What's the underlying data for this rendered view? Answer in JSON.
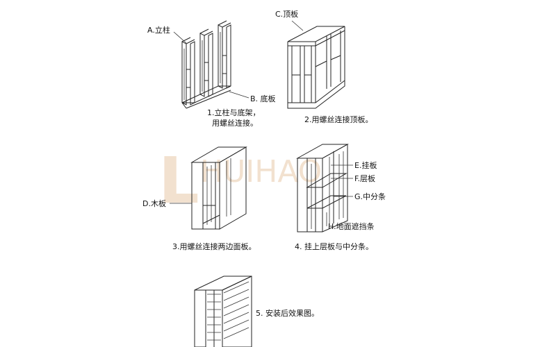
{
  "watermark": {
    "letter": "L",
    "rest": "HUIHAO",
    "color": "#e8c9a8"
  },
  "steps": [
    {
      "caption_line1": "1.立柱与底架，",
      "caption_line2": "用螺丝连接。",
      "labels": [
        "A.立柱",
        "B. 底板"
      ]
    },
    {
      "caption_line1": "2.用螺丝连接顶板。",
      "labels": [
        "C.顶板"
      ]
    },
    {
      "caption_line1": "3.用螺丝连接两边面板。",
      "labels": [
        "D.木板"
      ]
    },
    {
      "caption_line1": "4. 挂上层板与中分条。",
      "labels": [
        "E.挂板",
        "F.层板",
        "G.中分条",
        "H.地面遮挡条"
      ]
    },
    {
      "caption_line1": "5. 安装后效果图。",
      "labels": []
    }
  ]
}
